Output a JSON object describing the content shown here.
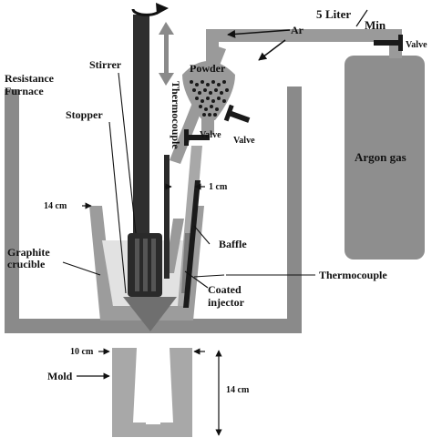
{
  "labels": {
    "flow_rate_num": "5",
    "flow_rate_unit": "Liter",
    "flow_rate_den": "Min",
    "ar": "Ar",
    "valve_top": "Valve",
    "powder": "Powder",
    "valve_powder": "Valve",
    "valve_line": "Valve",
    "argon_gas": "Argon gas",
    "resistance": "Resistance",
    "furnace": "Furnace",
    "stirrer": "Stirrer",
    "stopper": "Stopper",
    "thermocouple_vertical": "Thermocouple",
    "one_cm": "1 cm",
    "fourteen_cm_top": "14 cm",
    "baffle": "Baffle",
    "graphite": "Graphite",
    "crucible": "crucible",
    "thermocouple_right": "Thermocouple",
    "coated": "Coated",
    "injector": "injector",
    "ten_cm": "10 cm",
    "mold": "Mold",
    "fourteen_cm_mold": "14 cm"
  },
  "colors": {
    "furnace_wall": "#8a8a8a",
    "dark_part": "#2e2e2e",
    "pipe": "#9a9a9a",
    "melt": "#e2e2e2"
  }
}
